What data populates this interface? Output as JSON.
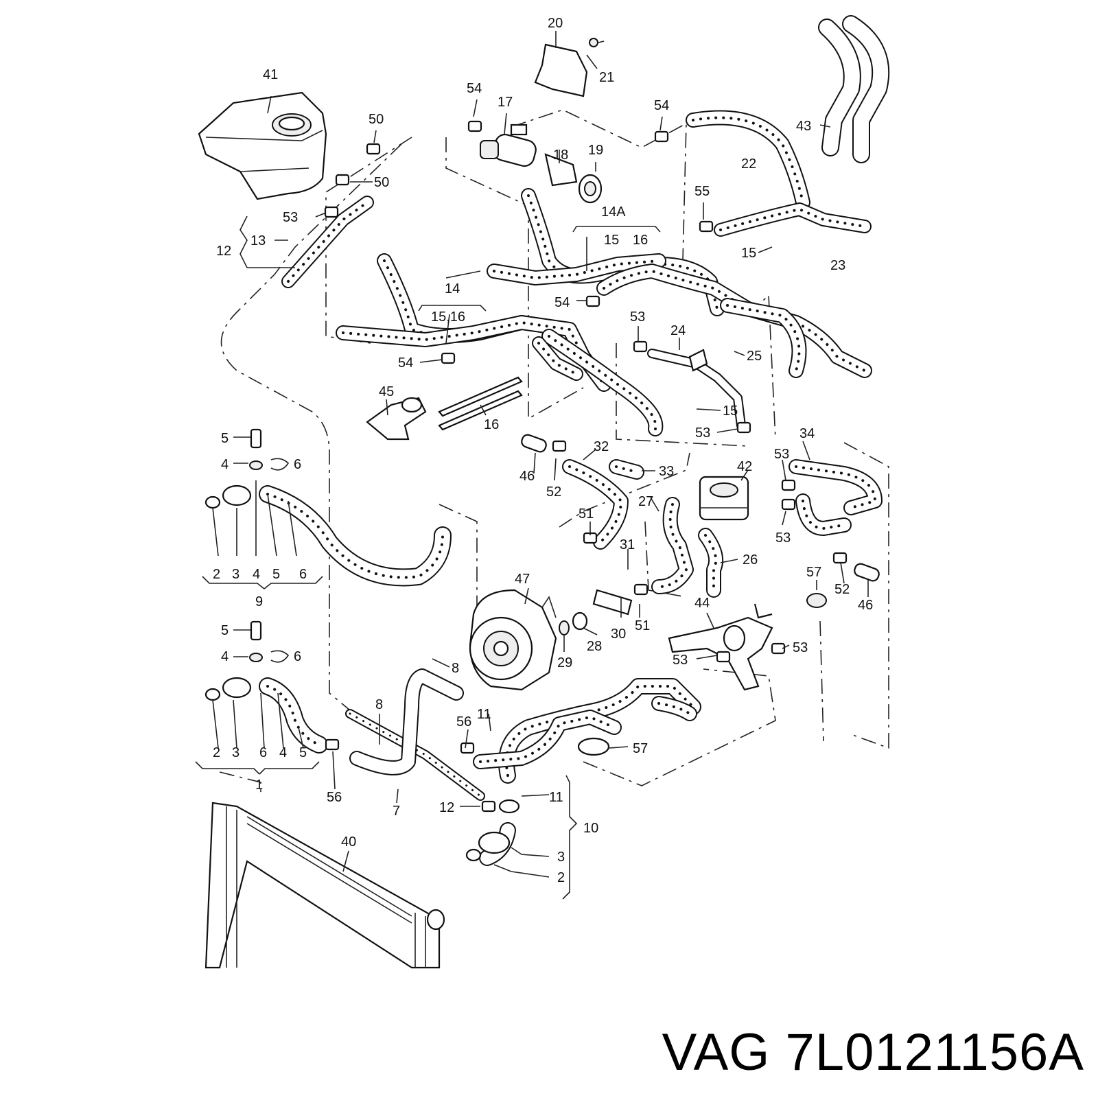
{
  "caption": "VAG 7L0121156A",
  "labels": [
    {
      "id": "20",
      "text": "20"
    },
    {
      "id": "21",
      "text": "21"
    },
    {
      "id": "41",
      "text": "41"
    },
    {
      "id": "54a",
      "text": "54"
    },
    {
      "id": "17",
      "text": "17"
    },
    {
      "id": "54b",
      "text": "54"
    },
    {
      "id": "43",
      "text": "43"
    },
    {
      "id": "50a",
      "text": "50"
    },
    {
      "id": "18",
      "text": "18"
    },
    {
      "id": "19",
      "text": "19"
    },
    {
      "id": "22",
      "text": "22"
    },
    {
      "id": "50b",
      "text": "50"
    },
    {
      "id": "55",
      "text": "55"
    },
    {
      "id": "53a",
      "text": "53"
    },
    {
      "id": "14A",
      "text": "14A"
    },
    {
      "id": "13",
      "text": "13"
    },
    {
      "id": "15a",
      "text": "15"
    },
    {
      "id": "16a",
      "text": "16"
    },
    {
      "id": "12a",
      "text": "12"
    },
    {
      "id": "15b",
      "text": "15"
    },
    {
      "id": "23",
      "text": "23"
    },
    {
      "id": "14",
      "text": "14"
    },
    {
      "id": "54c",
      "text": "54"
    },
    {
      "id": "1516",
      "text": "15,16"
    },
    {
      "id": "53b",
      "text": "53"
    },
    {
      "id": "24",
      "text": "24"
    },
    {
      "id": "25",
      "text": "25"
    },
    {
      "id": "54d",
      "text": "54"
    },
    {
      "id": "45",
      "text": "45"
    },
    {
      "id": "15c",
      "text": "15"
    },
    {
      "id": "16b",
      "text": "16"
    },
    {
      "id": "53c",
      "text": "53"
    },
    {
      "id": "34",
      "text": "34"
    },
    {
      "id": "5a",
      "text": "5"
    },
    {
      "id": "32",
      "text": "32"
    },
    {
      "id": "53d",
      "text": "53"
    },
    {
      "id": "4a",
      "text": "4"
    },
    {
      "id": "6a",
      "text": "6"
    },
    {
      "id": "33",
      "text": "33"
    },
    {
      "id": "42",
      "text": "42"
    },
    {
      "id": "46a",
      "text": "46"
    },
    {
      "id": "52a",
      "text": "52"
    },
    {
      "id": "27",
      "text": "27"
    },
    {
      "id": "51a",
      "text": "51"
    },
    {
      "id": "53e",
      "text": "53"
    },
    {
      "id": "31",
      "text": "31"
    },
    {
      "id": "26",
      "text": "26"
    },
    {
      "id": "57a",
      "text": "57"
    },
    {
      "id": "2a",
      "text": "2"
    },
    {
      "id": "3a",
      "text": "3"
    },
    {
      "id": "4b",
      "text": "4"
    },
    {
      "id": "5b",
      "text": "5"
    },
    {
      "id": "6b",
      "text": "6"
    },
    {
      "id": "52b",
      "text": "52"
    },
    {
      "id": "9",
      "text": "9"
    },
    {
      "id": "47",
      "text": "47"
    },
    {
      "id": "46b",
      "text": "46"
    },
    {
      "id": "51b",
      "text": "51"
    },
    {
      "id": "44",
      "text": "44"
    },
    {
      "id": "30",
      "text": "30"
    },
    {
      "id": "28",
      "text": "28"
    },
    {
      "id": "5c",
      "text": "5"
    },
    {
      "id": "53f",
      "text": "53"
    },
    {
      "id": "53g",
      "text": "53"
    },
    {
      "id": "4c",
      "text": "4"
    },
    {
      "id": "6c",
      "text": "6"
    },
    {
      "id": "29",
      "text": "29"
    },
    {
      "id": "8a",
      "text": "8"
    },
    {
      "id": "8b",
      "text": "8"
    },
    {
      "id": "56a",
      "text": "56"
    },
    {
      "id": "11a",
      "text": "11"
    },
    {
      "id": "57b",
      "text": "57"
    },
    {
      "id": "2b",
      "text": "2"
    },
    {
      "id": "3b",
      "text": "3"
    },
    {
      "id": "6d",
      "text": "6"
    },
    {
      "id": "4d",
      "text": "4"
    },
    {
      "id": "5d",
      "text": "5"
    },
    {
      "id": "1",
      "text": "1"
    },
    {
      "id": "56b",
      "text": "56"
    },
    {
      "id": "7",
      "text": "7"
    },
    {
      "id": "11b",
      "text": "11"
    },
    {
      "id": "12b",
      "text": "12"
    },
    {
      "id": "10",
      "text": "10"
    },
    {
      "id": "40",
      "text": "40"
    },
    {
      "id": "3c",
      "text": "3"
    },
    {
      "id": "2c",
      "text": "2"
    }
  ]
}
